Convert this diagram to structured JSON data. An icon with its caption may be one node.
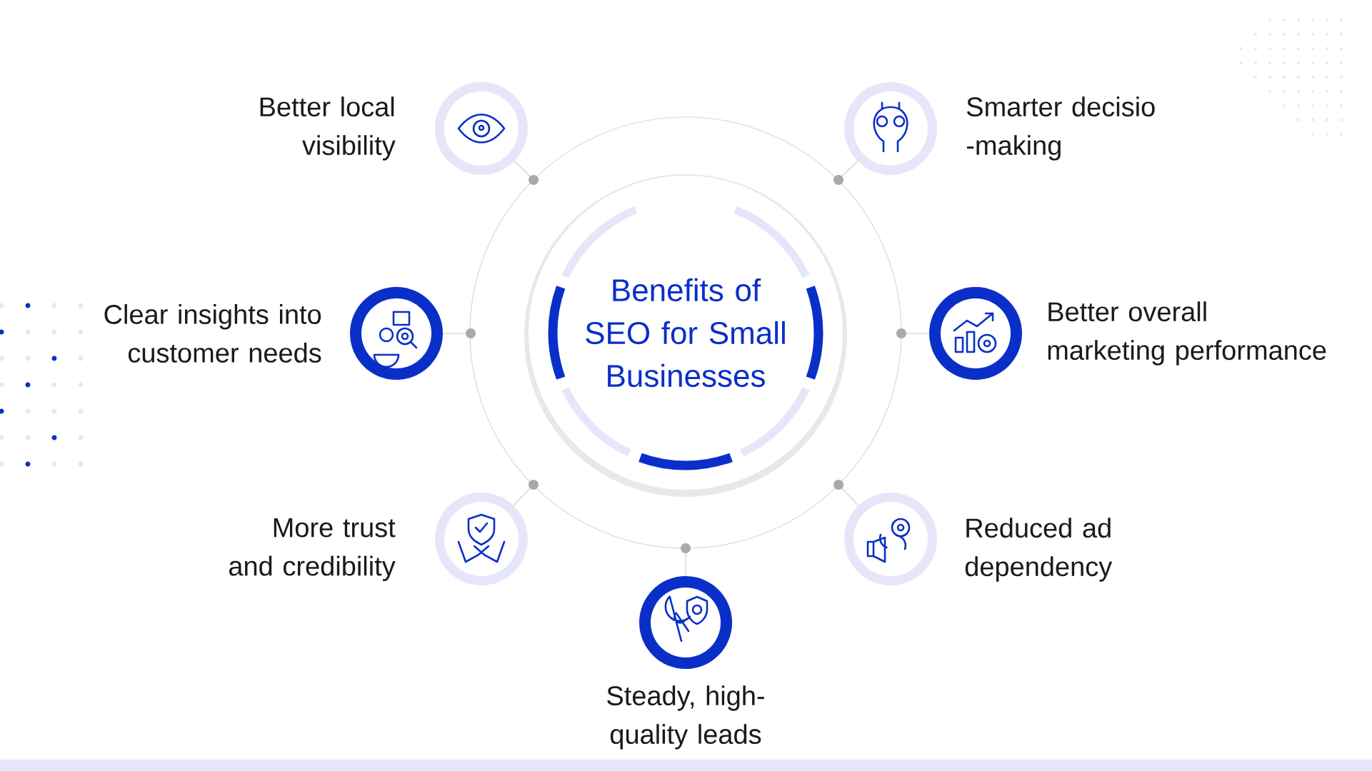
{
  "diagram": {
    "nodes": [
      {
        "text": [
          "Benefits of SEO for Small Businesses"
        ]
      },
      {
        "text": [],
        "shape": "circle",
        "beside": [
          "Better local visibility"
        ]
      },
      {
        "text": [],
        "shape": "circle",
        "beside": [
          "Smarter decisio -making"
        ]
      },
      {
        "text": [],
        "shape": "circle",
        "beside": [
          "Clear insights into customer needs"
        ]
      },
      {
        "text": [],
        "shape": "circle",
        "beside": [
          "Better overall marketing performance"
        ]
      },
      {
        "text": [],
        "shape": "circle",
        "beside": [
          "More trust and credibility"
        ]
      },
      {
        "text": [],
        "shape": "circle",
        "beside": [
          "Reduced ad dependency"
        ]
      },
      {
        "text": [],
        "shape": "circle",
        "beside": [
          "Steady, high-quality leads"
        ]
      }
    ]
  }
}
